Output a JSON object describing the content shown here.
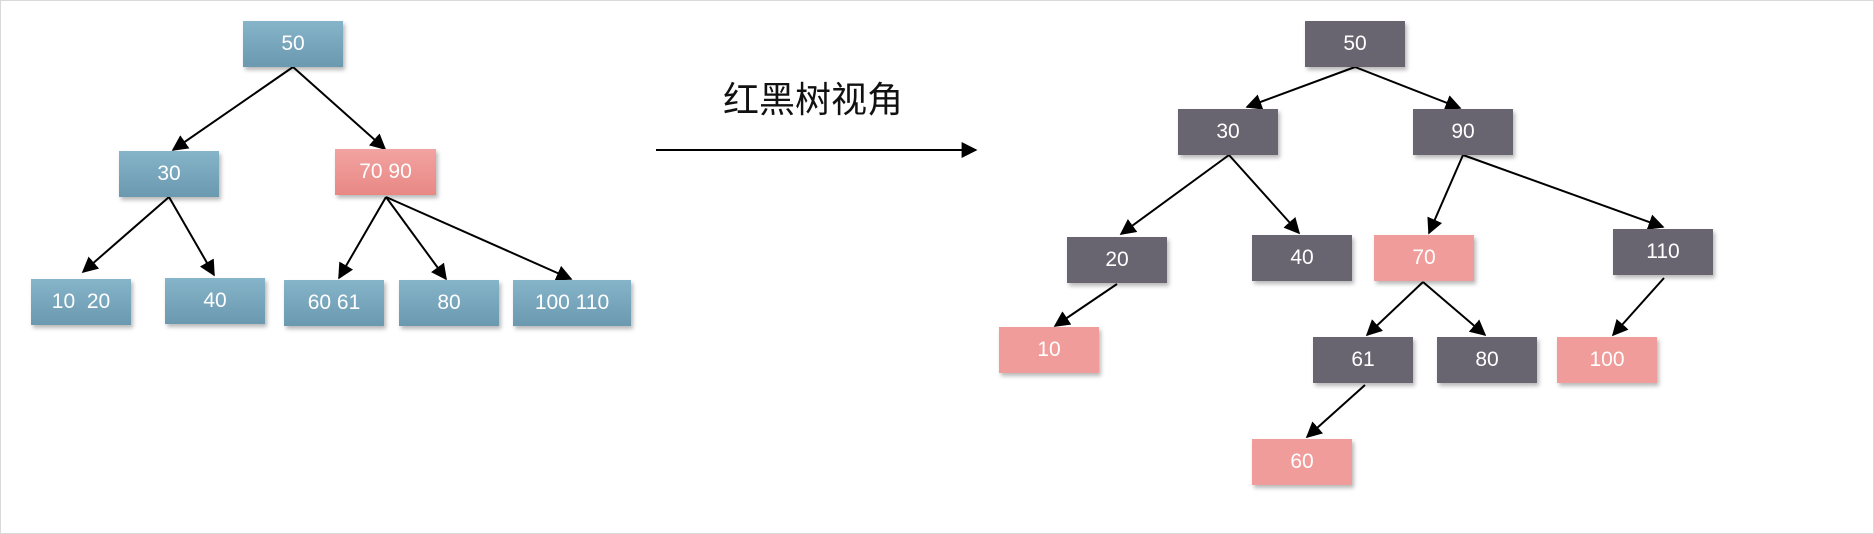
{
  "caption": "红黑树视角",
  "colors": {
    "btree_node": "#7aa8be",
    "btree_red_node": "#ee9592",
    "black_node": "#686570",
    "red_node": "#ef9c9a",
    "edge": "#000000"
  },
  "btree": {
    "nodes": {
      "n50": "50",
      "n30": "30",
      "n7090": "70 90",
      "n1020": "10  20",
      "n40": "40",
      "n6061": "60 61",
      "n80": "80",
      "n100110": "100 110"
    }
  },
  "rbtree": {
    "nodes": {
      "n50": "50",
      "n30": "30",
      "n90": "90",
      "n20": "20",
      "n40": "40",
      "n70": "70",
      "n110": "110",
      "n10": "10",
      "n61": "61",
      "n80": "80",
      "n100": "100",
      "n60": "60"
    }
  }
}
